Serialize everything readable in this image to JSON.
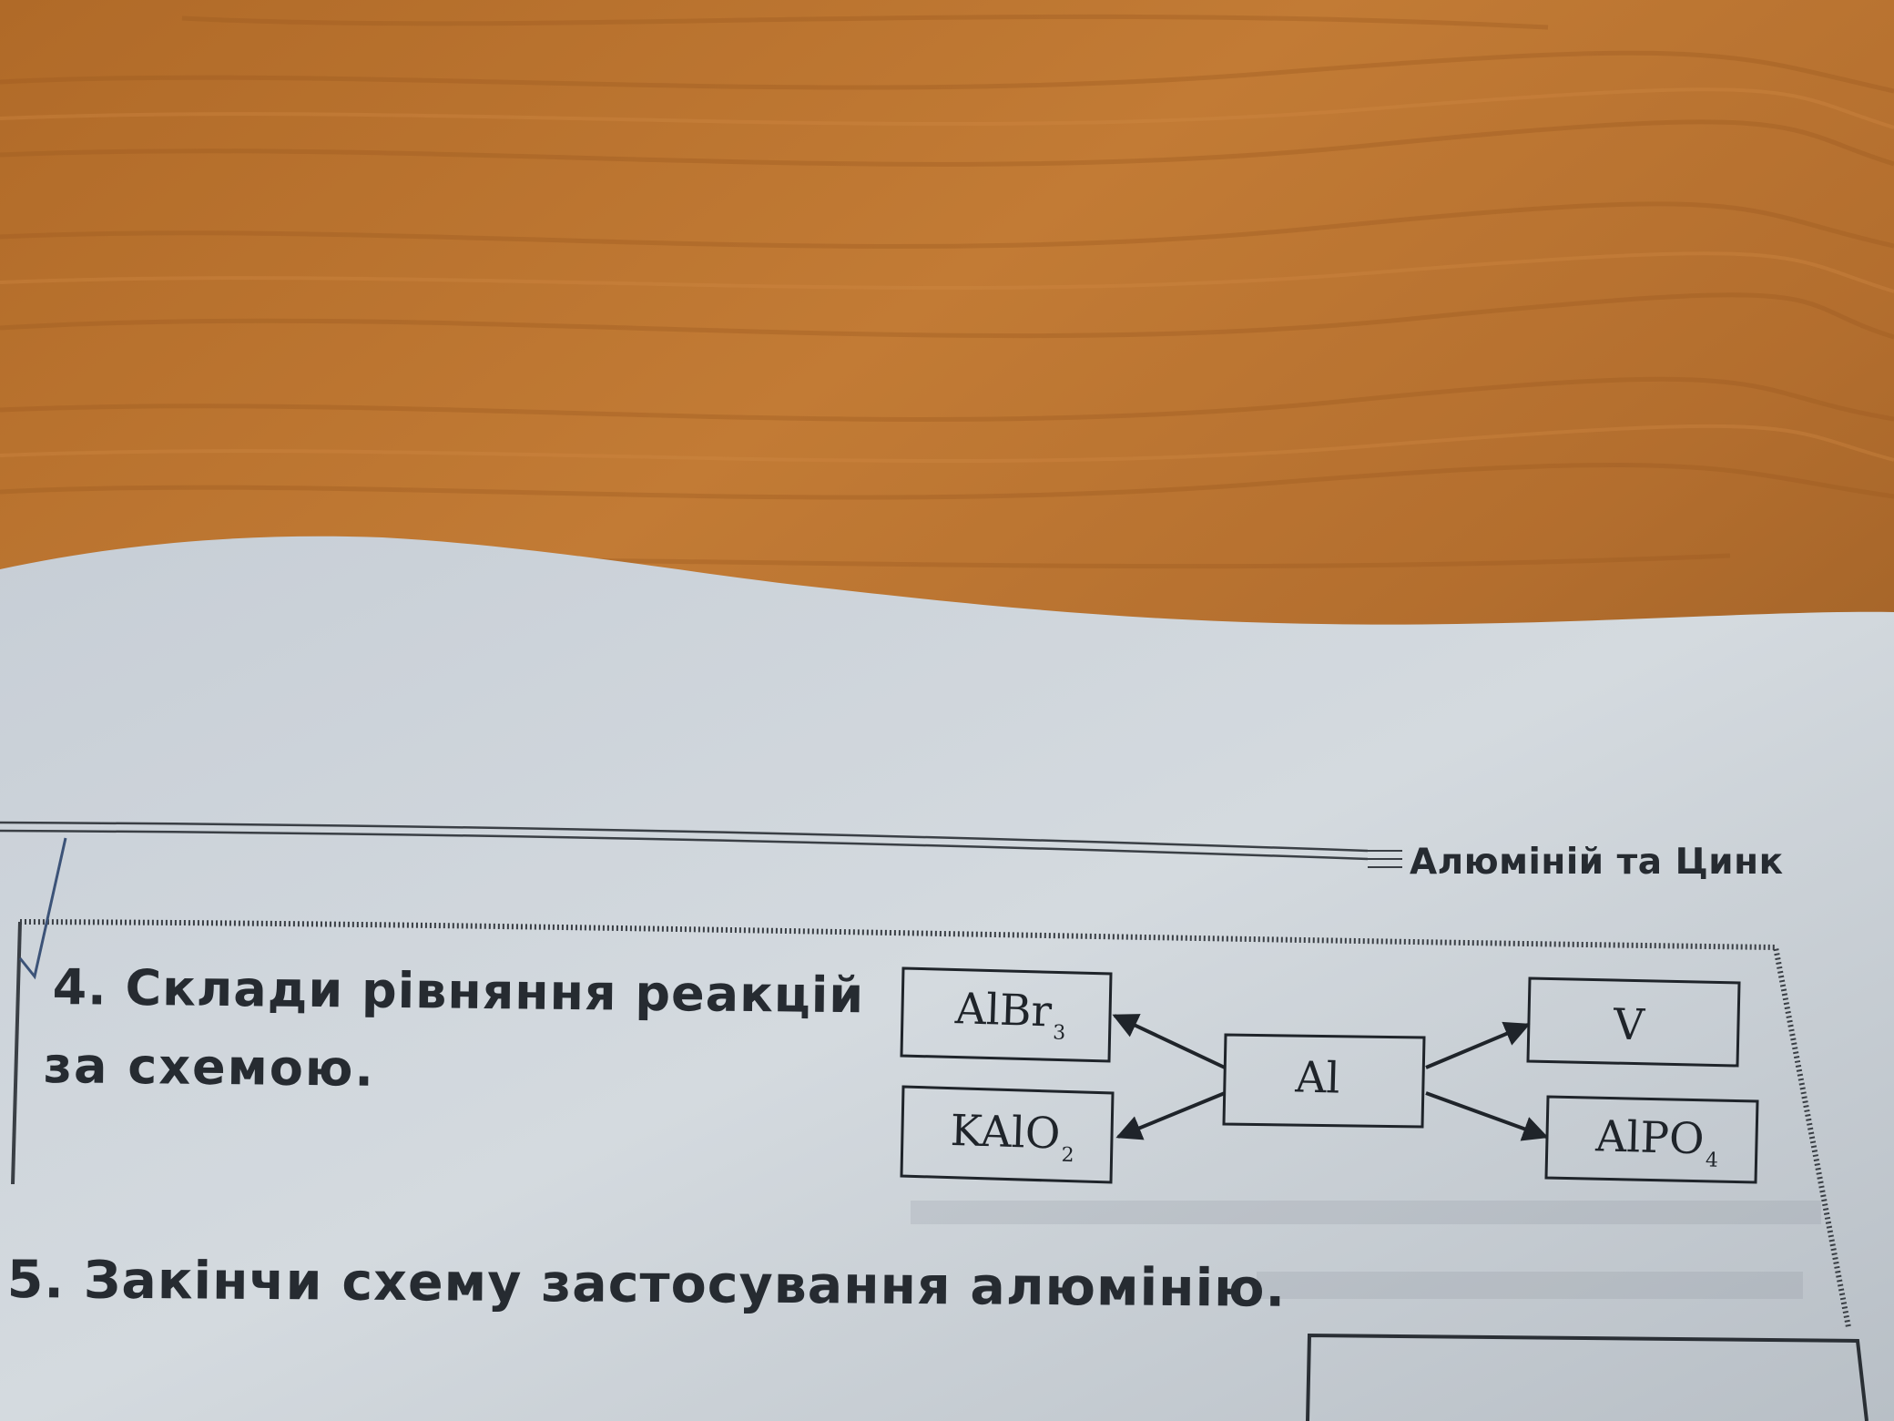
{
  "page": {
    "header_title": "Алюміній та Цинк"
  },
  "task4": {
    "line1": "4. Склади рівняння реакцій",
    "line2": "за схемою."
  },
  "scheme": {
    "center": {
      "text": "Al",
      "sub": ""
    },
    "left_top": {
      "text": "AlBr",
      "sub": "3"
    },
    "left_bottom": {
      "text": "KAlO",
      "sub": "2"
    },
    "right_top": {
      "text": "V",
      "sub": ""
    },
    "right_bottom": {
      "text": "AlPO",
      "sub": "4"
    }
  },
  "task5": {
    "text": "5. Закінчи схему застосування алюмінію."
  },
  "colors": {
    "wood": "#b5722f",
    "paper": "#cfd6dc",
    "ink": "#262b31"
  }
}
